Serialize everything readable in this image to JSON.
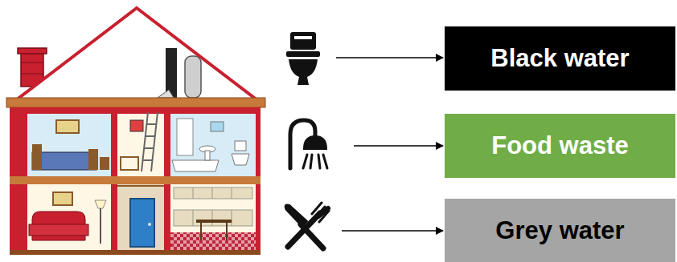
{
  "diagram": {
    "nodes": [
      {
        "text": [
          "Black water"
        ]
      },
      {
        "text": [
          "Food waste"
        ]
      },
      {
        "text": [
          "Grey water"
        ]
      }
    ]
  }
}
